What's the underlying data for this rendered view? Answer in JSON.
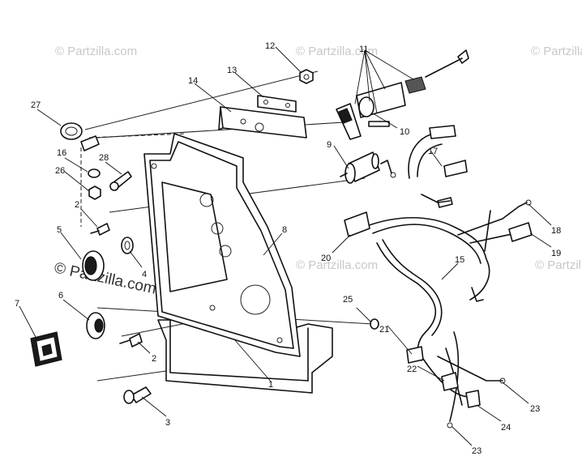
{
  "watermark": {
    "text": "© Partzilla.com",
    "colors": {
      "faint": "#c8c8c8",
      "main": "#333333"
    }
  },
  "callouts": {
    "c1": "1",
    "c2a": "2",
    "c2b": "2",
    "c3": "3",
    "c4": "4",
    "c5": "5",
    "c6": "6",
    "c7": "7",
    "c8": "8",
    "c9": "9",
    "c10": "10",
    "c11": "11",
    "c12": "12",
    "c13": "13",
    "c14": "14",
    "c15": "15",
    "c16": "16",
    "c17": "17",
    "c18": "18",
    "c19": "19",
    "c20": "20",
    "c21": "21",
    "c22": "22",
    "c23a": "23",
    "c23b": "23",
    "c24": "24",
    "c25": "25",
    "c26": "26",
    "c27": "27",
    "c28": "28"
  }
}
